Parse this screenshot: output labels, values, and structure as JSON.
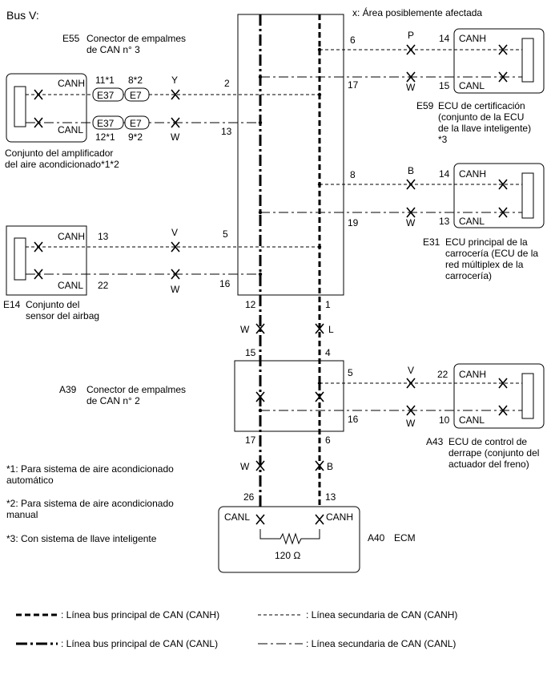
{
  "title": "Bus V:",
  "affected_note": "x: Área posiblemente afectada",
  "e55": {
    "code": "E55",
    "name_line1": "Conector de empalmes",
    "name_line2": "de CAN n° 3"
  },
  "a39": {
    "code": "A39",
    "name_line1": "Conector de empalmes",
    "name_line2": "de CAN n° 2"
  },
  "hub": {
    "pin_2": "2",
    "pin_13": "13",
    "pin_5": "5",
    "pin_16": "16",
    "pin_6": "6",
    "pin_17": "17",
    "pin_8": "8",
    "pin_19": "19",
    "pin_12": "12",
    "pin_1": "1"
  },
  "a39_pins": {
    "pin_15": "15",
    "pin_4": "4",
    "pin_5": "5",
    "pin_16": "16",
    "pin_17": "17",
    "pin_6": "6"
  },
  "trunk": {
    "w1": "W",
    "l1": "L",
    "w2": "W",
    "b2": "B"
  },
  "aircon": {
    "canh": "CANH",
    "canl": "CANL",
    "name_line1": "Conjunto del amplificador",
    "name_line2": "del aire acondicionado*1*2",
    "conn_e37": "E37",
    "conn_e7": "E7",
    "pin_h1": "11*1",
    "pin_h2": "8*2",
    "pin_l1": "12*1",
    "pin_l2": "9*2",
    "wire_h": "Y",
    "wire_l": "W"
  },
  "airbag": {
    "code": "E14",
    "canh": "CANH",
    "canl": "CANL",
    "pin_h": "13",
    "pin_l": "22",
    "wire_h": "V",
    "wire_l": "W",
    "name_line1": "Conjunto del",
    "name_line2": "sensor del airbag"
  },
  "cert": {
    "code": "E59",
    "canh": "CANH",
    "canl": "CANL",
    "pin_h": "14",
    "pin_l": "15",
    "wire_h": "P",
    "wire_l": "W",
    "name_line1": "ECU de certificación",
    "name_line2": "(conjunto de la ECU",
    "name_line3": "de la llave inteligente)",
    "name_line4": "*3"
  },
  "body": {
    "code": "E31",
    "canh": "CANH",
    "canl": "CANL",
    "pin_h": "14",
    "pin_l": "13",
    "wire_h": "B",
    "wire_l": "W",
    "name_line1": "ECU principal de la",
    "name_line2": "carrocería (ECU de la",
    "name_line3": "red múltiplex de la",
    "name_line4": "carrocería)"
  },
  "skid": {
    "code": "A43",
    "canh": "CANH",
    "canl": "CANL",
    "pin_h": "22",
    "pin_l": "10",
    "wire_h": "V",
    "wire_l": "W",
    "name_line1": "ECU de control de",
    "name_line2": "derrape (conjunto del",
    "name_line3": "actuador del freno)"
  },
  "ecm": {
    "code": "A40",
    "name": "ECM",
    "canl": "CANL",
    "canh": "CANH",
    "pin_l": "26",
    "pin_h": "13",
    "resistor": "120 Ω"
  },
  "notes": {
    "n1_line1": "*1: Para sistema de aire acondicionado",
    "n1_line2": "automático",
    "n2_line1": "*2: Para sistema de aire acondicionado",
    "n2_line2": "manual",
    "n3": "*3: Con sistema de llave inteligente"
  },
  "legend": {
    "main_canh": ": Línea bus principal de CAN (CANH)",
    "main_canl": ": Línea bus principal de CAN (CANL)",
    "sub_canh": ": Línea secundaria de CAN (CANH)",
    "sub_canl": ": Línea secundaria de CAN (CANL)"
  }
}
